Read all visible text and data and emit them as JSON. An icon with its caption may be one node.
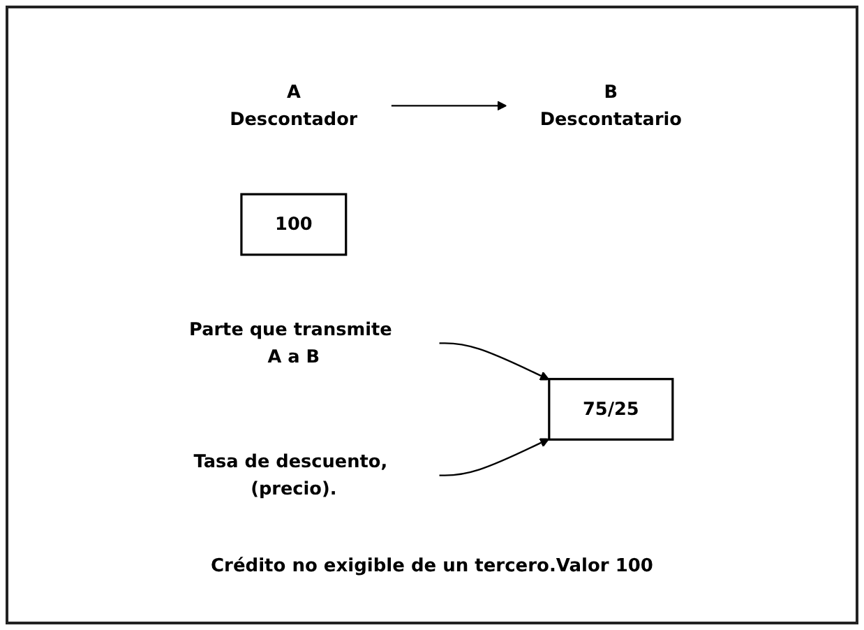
{
  "diagram": {
    "caption": "Crédito no exigible de un tercero.Valor 100",
    "nodes": [
      {
        "text": [
          "A",
          "Descontador"
        ]
      },
      {
        "text": [
          "B",
          "Descontatario"
        ]
      },
      {
        "text": [
          "100"
        ]
      },
      {
        "text": [
          "Parte que transmite A a B"
        ]
      },
      {
        "text": [
          "75/25"
        ]
      },
      {
        "text": [
          "Tasa de descuento, (precio)."
        ]
      }
    ],
    "edges": [
      {
        "from": 0,
        "to": 1,
        "arrow": "to"
      },
      {
        "from": 3,
        "to": 4,
        "arrow": "to"
      },
      {
        "from": 5,
        "to": 4,
        "arrow": "to"
      }
    ]
  }
}
